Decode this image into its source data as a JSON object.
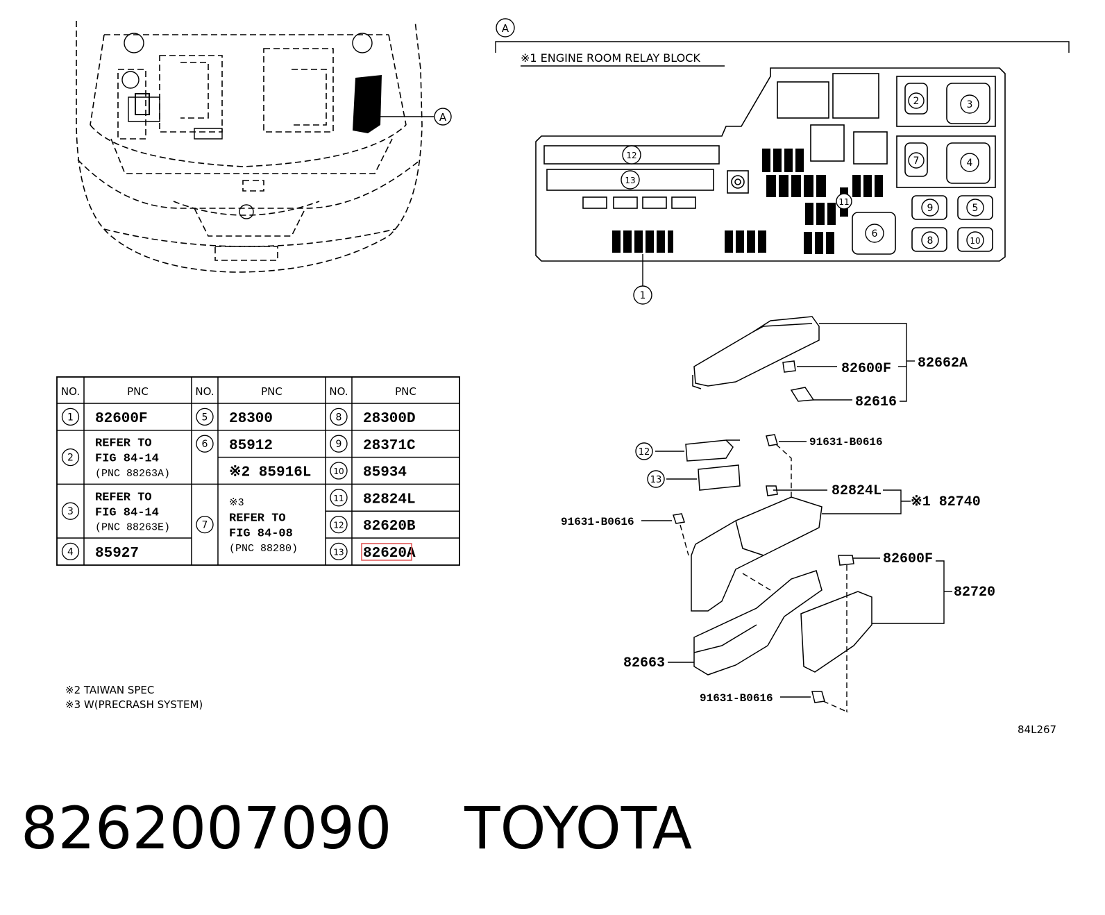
{
  "section_label": "A",
  "callout_label": "A",
  "relay_block_title": "※1 ENGINE ROOM RELAY BLOCK",
  "block_numbers": [
    "1",
    "2",
    "3",
    "4",
    "5",
    "6",
    "7",
    "8",
    "9",
    "10",
    "11",
    "12",
    "13"
  ],
  "table": {
    "headers": [
      "NO.",
      "PNC",
      "NO.",
      "PNC",
      "NO.",
      "PNC"
    ],
    "col1": [
      {
        "no": "1",
        "lines": [
          "82600F"
        ]
      },
      {
        "no": "2",
        "lines": [
          "REFER TO",
          "FIG 84-14",
          "(PNC 88263A)"
        ]
      },
      {
        "no": "3",
        "lines": [
          "REFER TO",
          "FIG 84-14",
          "(PNC 88263E)"
        ]
      },
      {
        "no": "4",
        "lines": [
          "85927"
        ]
      }
    ],
    "col2": [
      {
        "no": "5",
        "lines": [
          "28300"
        ]
      },
      {
        "no": "6",
        "lines": [
          "85912"
        ]
      },
      {
        "no": "",
        "lines": [
          "※2 85916L"
        ]
      },
      {
        "no": "7",
        "lines": [
          "※3",
          "REFER TO",
          "FIG 84-08",
          "(PNC 88280)"
        ]
      }
    ],
    "col3": [
      {
        "no": "8",
        "lines": [
          "28300D"
        ]
      },
      {
        "no": "9",
        "lines": [
          "28371C"
        ]
      },
      {
        "no": "10",
        "lines": [
          "85934"
        ]
      },
      {
        "no": "11",
        "lines": [
          "82824L"
        ]
      },
      {
        "no": "12",
        "lines": [
          "82620B"
        ]
      },
      {
        "no": "13",
        "lines": [
          "82620A"
        ],
        "highlight": true
      }
    ]
  },
  "parts": {
    "p82600F_top": "82600F",
    "p82616": "82616",
    "p82662A": "82662A",
    "p91631_a": "91631-B0616",
    "p82824L": "82824L",
    "p82740": "※1 82740",
    "p91631_b": "91631-B0616",
    "p82600F_bot": "82600F",
    "p82720": "82720",
    "p82663": "82663",
    "p91631_c": "91631-B0616",
    "p12": "12",
    "p13": "13"
  },
  "notes": [
    "※2 TAIWAN SPEC",
    "※3 W(PRECRASH SYSTEM)"
  ],
  "figure_code": "84L267",
  "part_number": "8262007090",
  "brand": "TOYOTA",
  "colors": {
    "line": "#000000",
    "highlight": "#e05050"
  }
}
